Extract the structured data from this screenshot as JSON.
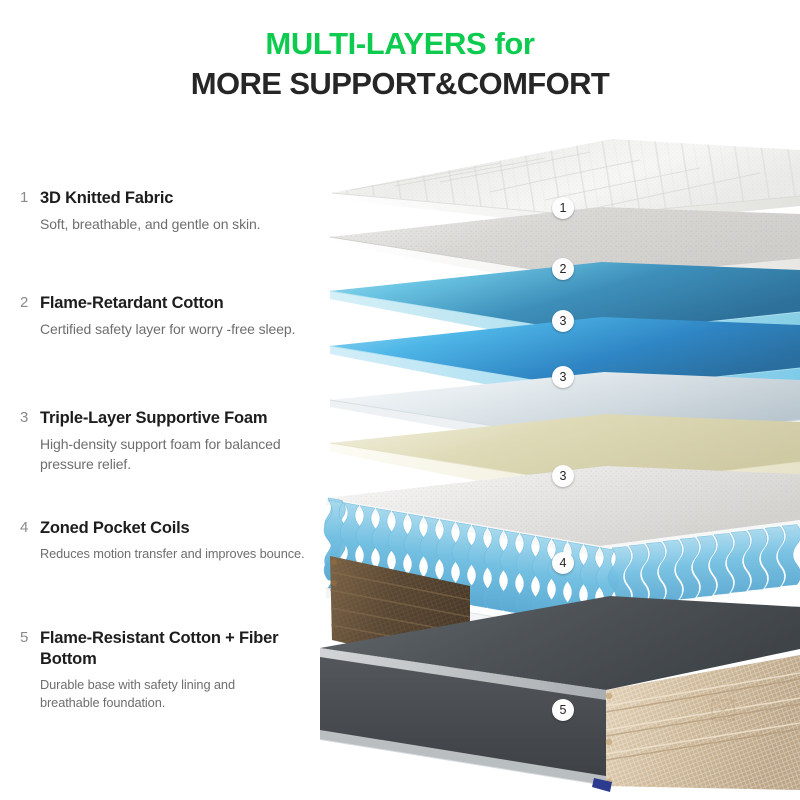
{
  "heading": {
    "line1": "MULTI-LAYERS for",
    "line2": "MORE SUPPORT&COMFORT",
    "accent_color": "#0ccb4e",
    "dark_color": "#262626"
  },
  "layers_list": [
    {
      "number": "1",
      "title": "3D Knitted Fabric",
      "description": "Soft, breathable, and gentle on skin."
    },
    {
      "number": "2",
      "title": " Flame-Retardant Cotton",
      "description": "Certified safety layer for worry -free sleep."
    },
    {
      "number": "3",
      "title": "Triple-Layer Supportive Foam",
      "description": "High-density support foam for balanced pressure relief."
    },
    {
      "number": "4",
      "title": "Zoned Pocket Coils",
      "description": "Reduces motion transfer and improves bounce."
    },
    {
      "number": "5",
      "title": "Flame-Resistant Cotton + Fiber Bottom",
      "description": "Durable base with safety lining and breathable foundation."
    }
  ],
  "diagram": {
    "badges": [
      {
        "label": "1",
        "layer": "3d-knitted-fabric"
      },
      {
        "label": "2",
        "layer": "flame-retardant-cotton"
      },
      {
        "label": "3",
        "layer": "gel-foam-upper"
      },
      {
        "label": "3",
        "layer": "gel-foam-lower"
      },
      {
        "label": "3",
        "layer": "memory-foam"
      },
      {
        "label": "4",
        "layer": "zoned-pocket-coils"
      },
      {
        "label": "5",
        "layer": "fiber-bottom-base"
      }
    ],
    "layer_colors": {
      "knit_fabric": "#f4f4f2",
      "felt_cotton": "#dedddb",
      "gel_blue_light": "#7fd2ea",
      "gel_blue_deep": "#2e7aa8",
      "gel_blue_mid": "#35a8e0",
      "transition_foam": "#e7ecef",
      "memory_foam_cream": "#ddd9bb",
      "coil_blue": "#79c3e4",
      "base_gray": "#4b4f53",
      "fiber_brown": "#5a4733",
      "fiber_tan": "#cdb79a"
    }
  }
}
